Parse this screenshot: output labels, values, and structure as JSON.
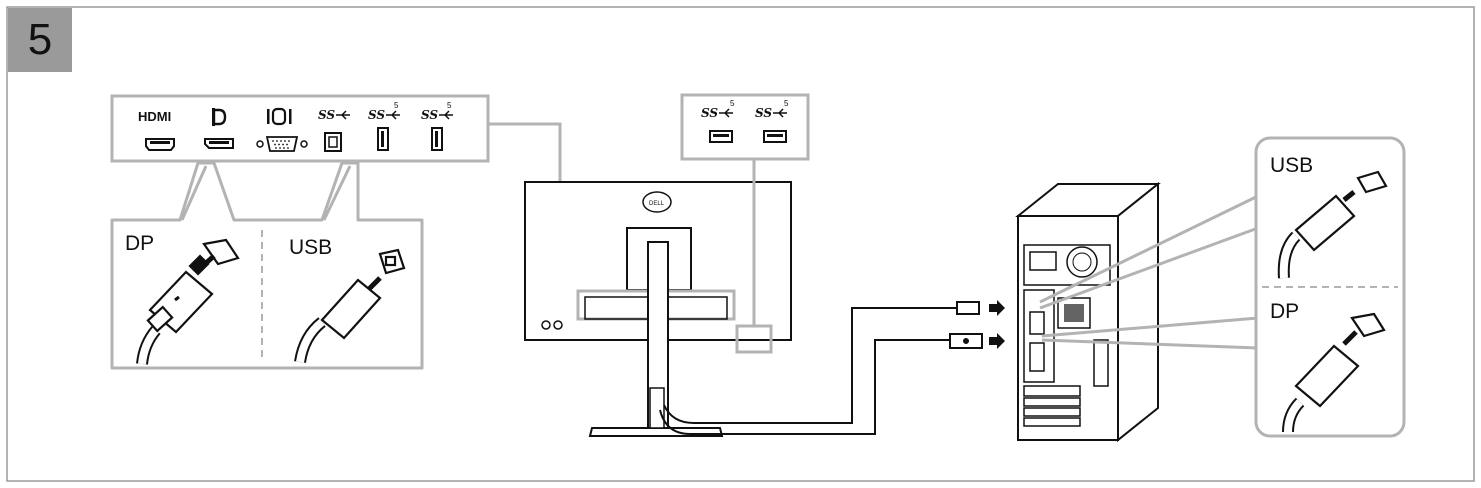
{
  "step": {
    "number": "5"
  },
  "monitor_ports": {
    "hdmi_label": "HDMI",
    "dp_icon": "displayport-icon",
    "vga_icon": "vga-ioi-icon",
    "usb_up_label": "SS",
    "usb_down_label": "SS",
    "usb_down_superscript": "5"
  },
  "side_ports": {
    "usb_label": "SS",
    "usb_superscript": "5"
  },
  "callouts": {
    "left_dp_label": "DP",
    "left_usb_label": "USB",
    "right_usb_label": "USB",
    "right_dp_label": "DP"
  },
  "monitor": {
    "logo_icon": "dell-logo-icon"
  },
  "colors": {
    "outline": "#1a1a1a",
    "callout_border": "#b3b3b3",
    "step_box": "#9a9a9a"
  }
}
